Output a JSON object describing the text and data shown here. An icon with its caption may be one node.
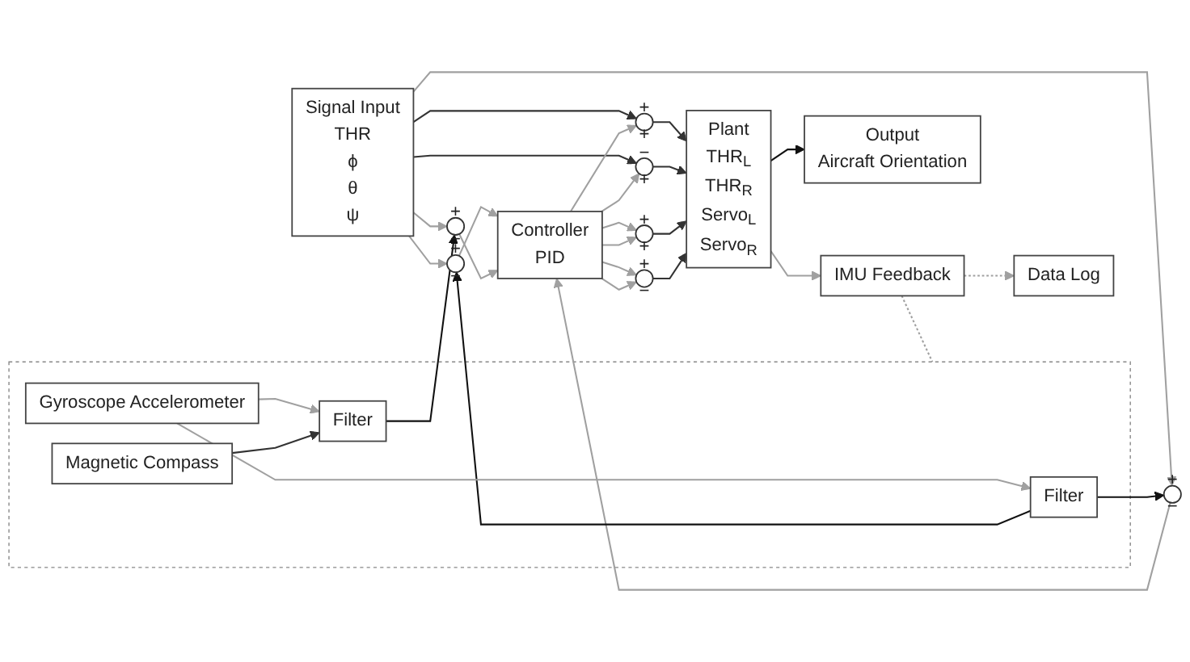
{
  "diagram": {
    "nodes": [
      {
        "text": [
          "Signal Input",
          "THR",
          "ϕ",
          "θ",
          "ψ"
        ]
      },
      {
        "text": [
          "+",
          "−"
        ]
      },
      {
        "text": [
          "+",
          "−"
        ]
      },
      {
        "text": [
          "+",
          "−"
        ]
      },
      {
        "text": [
          "Controller",
          "PID"
        ]
      },
      {
        "text": [
          "+",
          "+"
        ]
      },
      {
        "text": [
          "−",
          "+"
        ]
      },
      {
        "text": [
          "+",
          "+"
        ]
      },
      {
        "text": [
          "+",
          "−"
        ]
      },
      {
        "text": [
          "Plant",
          "THR$_{L}$",
          "THR$_{R}$",
          "Servo$_{L}$",
          "Servo$_{R}$"
        ]
      },
      {
        "text": [
          "Output",
          "Aircraft Orientation"
        ]
      },
      {
        "text": [],
        "shape": "box"
      },
      {
        "text": [
          "Filter"
        ],
        "in": 11
      },
      {
        "text": [
          "Filter"
        ],
        "in": 11
      },
      {
        "text": [
          "Gyroscope Accelerometer"
        ],
        "in": 11
      },
      {
        "text": [
          "Magnetic Compass"
        ],
        "in": 11
      },
      {
        "text": [
          "IMU Feedback"
        ]
      },
      {
        "text": [
          "Data Log"
        ]
      }
    ],
    "edges": [
      {
        "from": 0,
        "to": 1,
        "arrow": "to"
      },
      {
        "from": 0,
        "to": 2,
        "arrow": "to"
      },
      {
        "from": 0,
        "to": 3,
        "arrow": "to"
      },
      {
        "from": 0,
        "to": 5,
        "arrow": "to",
        "color": "#333333"
      },
      {
        "from": 0,
        "to": 6,
        "arrow": "to",
        "color": "#333333"
      },
      {
        "from": 1,
        "to": 4,
        "arrow": "to"
      },
      {
        "from": 2,
        "to": 4,
        "arrow": "to"
      },
      {
        "from": 3,
        "to": 4,
        "arrow": "to"
      },
      {
        "from": 12,
        "to": 1,
        "arrow": "to",
        "color": "#111111"
      },
      {
        "from": 12,
        "to": 2,
        "arrow": "to",
        "color": "#111111"
      },
      {
        "from": 13,
        "to": 3,
        "arrow": "to",
        "color": "#111111"
      },
      {
        "from": 14,
        "to": 12,
        "arrow": "to"
      },
      {
        "from": 14,
        "to": 13,
        "arrow": "to"
      },
      {
        "from": 15,
        "to": 13,
        "arrow": "to",
        "color": "#333333"
      },
      {
        "from": 4,
        "to": 5,
        "arrow": "to"
      },
      {
        "from": 4,
        "to": 6,
        "arrow": "to"
      },
      {
        "from": 4,
        "to": 7,
        "arrow": "to"
      },
      {
        "from": 4,
        "to": 8,
        "arrow": "to"
      },
      {
        "from": 4,
        "to": 7,
        "arrow": "to"
      },
      {
        "from": 4,
        "to": 8,
        "arrow": "to"
      },
      {
        "from": 5,
        "to": 9,
        "arrow": "to",
        "color": "#333333"
      },
      {
        "from": 6,
        "to": 9,
        "arrow": "to",
        "color": "#333333"
      },
      {
        "from": 7,
        "to": 9,
        "arrow": "to",
        "color": "#333333"
      },
      {
        "from": 8,
        "to": 9,
        "arrow": "to",
        "color": "#333333"
      },
      {
        "from": 9,
        "to": 10,
        "arrow": "to",
        "color": "#111111"
      },
      {
        "from": 9,
        "to": 16,
        "arrow": "to"
      },
      {
        "from": 16,
        "to": 17,
        "arrow": "to",
        "style": "dashed"
      },
      {
        "from": 16,
        "to": 11,
        "arrow": "none",
        "style": "dashed"
      }
    ]
  }
}
